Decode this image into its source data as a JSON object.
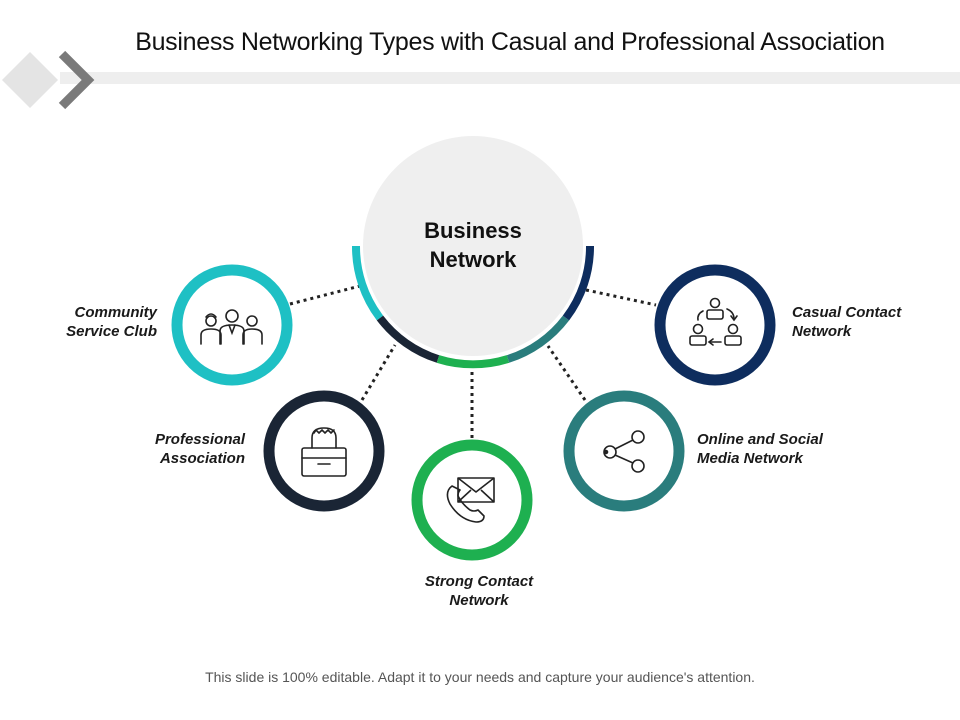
{
  "title": "Business Networking Types with Casual and Professional Association",
  "center": {
    "line1": "Business",
    "line2": "Network"
  },
  "nodes": {
    "community": {
      "line1": "Community",
      "line2": "Service Club",
      "color": "#1ec0c4",
      "icon": "people-group-icon"
    },
    "professional": {
      "line1": "Professional",
      "line2": "Association",
      "color": "#1a2535",
      "icon": "briefcase-person-icon"
    },
    "strong": {
      "line1": "Strong Contact",
      "line2": "Network",
      "color": "#1eb050",
      "icon": "phone-envelope-icon"
    },
    "online": {
      "line1": "Online and Social",
      "line2": "Media Network",
      "color": "#2a7d7d",
      "icon": "share-icon"
    },
    "casual": {
      "line1": "Casual Contact",
      "line2": "Network",
      "color": "#0e2d5e",
      "icon": "people-cycle-icon"
    }
  },
  "footer": "This slide is 100% editable. Adapt it to your needs and capture your audience's attention."
}
